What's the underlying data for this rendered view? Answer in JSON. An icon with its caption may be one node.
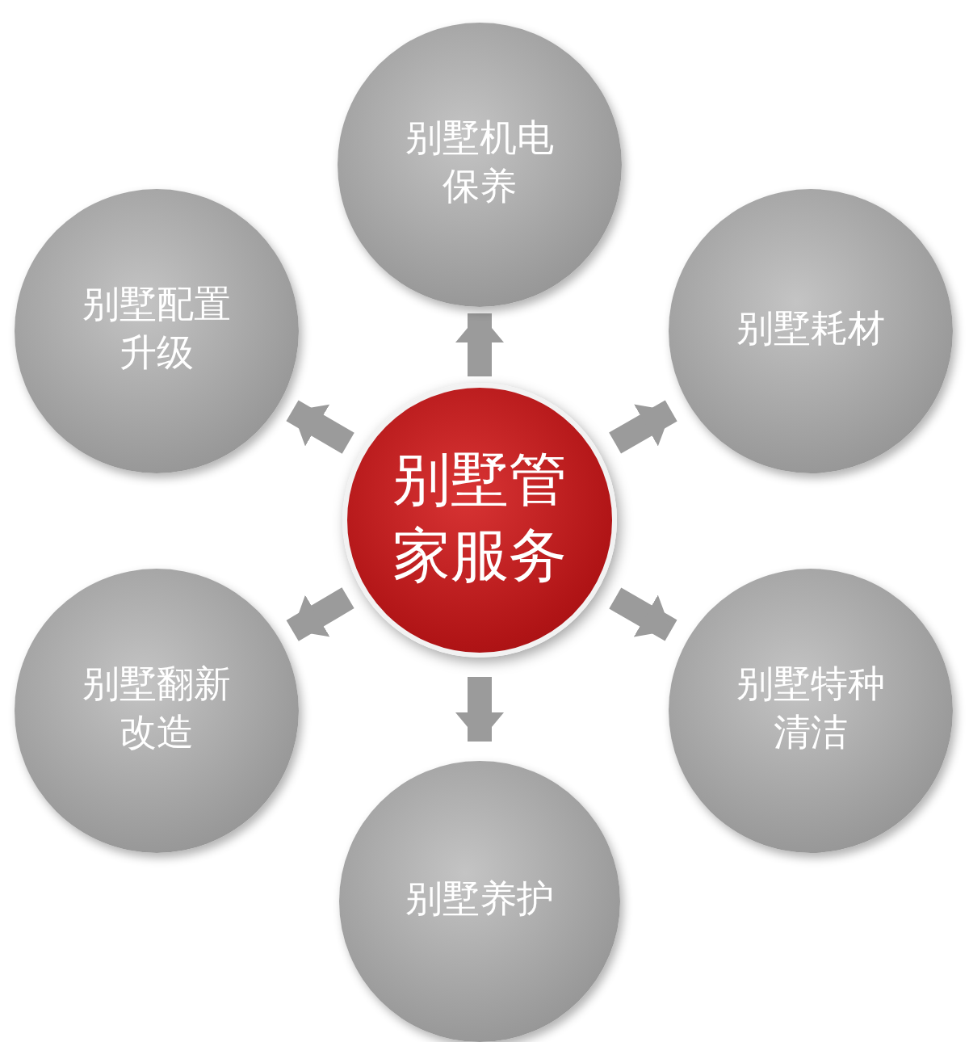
{
  "diagram": {
    "nodes": [
      {
        "text": [
          "别墅管家服务"
        ]
      },
      {
        "text": [
          "别墅机电保养"
        ]
      },
      {
        "text": [
          "别墅配置升级"
        ]
      },
      {
        "text": [
          "别墅耗材"
        ]
      },
      {
        "text": [
          "别墅翻新改造"
        ]
      },
      {
        "text": [
          "别墅特种清洁"
        ]
      },
      {
        "text": [
          "别墅养护"
        ]
      }
    ],
    "edges": [
      {
        "from": 0,
        "to": 1,
        "arrow": "to"
      },
      {
        "from": 0,
        "to": 2,
        "arrow": "to"
      },
      {
        "from": 0,
        "to": 3,
        "arrow": "to"
      },
      {
        "from": 0,
        "to": 4,
        "arrow": "to"
      },
      {
        "from": 0,
        "to": 5,
        "arrow": "to"
      },
      {
        "from": 0,
        "to": 6,
        "arrow": "to"
      }
    ]
  }
}
